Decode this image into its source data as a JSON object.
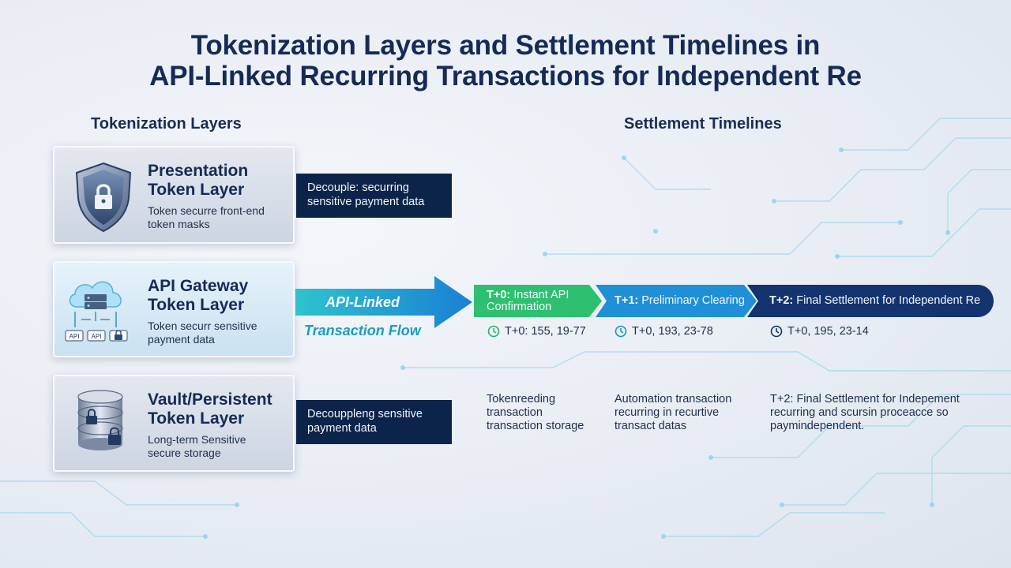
{
  "title": {
    "line1": "Tokenization Layers and Settlement Timelines in",
    "line2": "API-Linked Recurring Transactions for Independent Re"
  },
  "sections": {
    "left": "Tokenization Layers",
    "right": "Settlement Timelines"
  },
  "layers": [
    {
      "title_line1": "Presentation",
      "title_line2": "Token Layer",
      "desc_line1": "Token securre front-end",
      "desc_line2": "token masks",
      "icon": "shield-lock-icon"
    },
    {
      "title_line1": "API Gateway",
      "title_line2": "Token Layer",
      "desc_line1": "Token securr sensitive",
      "desc_line2": "payment data",
      "icon": "cloud-server-api-icon",
      "icon_labels": [
        "API",
        "API"
      ]
    },
    {
      "title_line1": "Vault/Persistent",
      "title_line2": "Token Layer",
      "desc_line1": "Long-term Sensitive",
      "desc_line2": "secure storage",
      "icon": "database-lock-icon"
    }
  ],
  "notes": [
    {
      "line1": "Decouple: securring",
      "line2": "sensitive payment data"
    },
    {
      "line1": "Decouppleng sensitive",
      "line2": "payment data"
    }
  ],
  "flow": {
    "line1": "API-Linked",
    "line2": "Transaction Flow"
  },
  "stages": [
    {
      "code": "T+0:",
      "label": "Instant API Confirmation",
      "color": "#2fbf71",
      "time": "T+0: 155, 19-77",
      "clock_color": "#27b36a",
      "desc_line1": "Tokenreeding",
      "desc_line2": "transaction",
      "desc_line3": "transaction storage"
    },
    {
      "code": "T+1:",
      "label": "Preliminary Clearing",
      "color": "#1f8fd6",
      "time": "T+0, 193, 23-78",
      "clock_color": "#1f8fd6",
      "desc_line1": "Automation transaction",
      "desc_line2": "recurring in recurtive",
      "desc_line3": "transact datas"
    },
    {
      "code": "T+2:",
      "label": "Final Settlement for Independent Re",
      "color": "#13346e",
      "time": "T+0, 195, 23-14",
      "clock_color": "#13346e",
      "desc_line1": "T+2: Final Settlement for Indepement",
      "desc_line2": "recurring and scursin proceacce so",
      "desc_line3": "paymindependent."
    }
  ]
}
